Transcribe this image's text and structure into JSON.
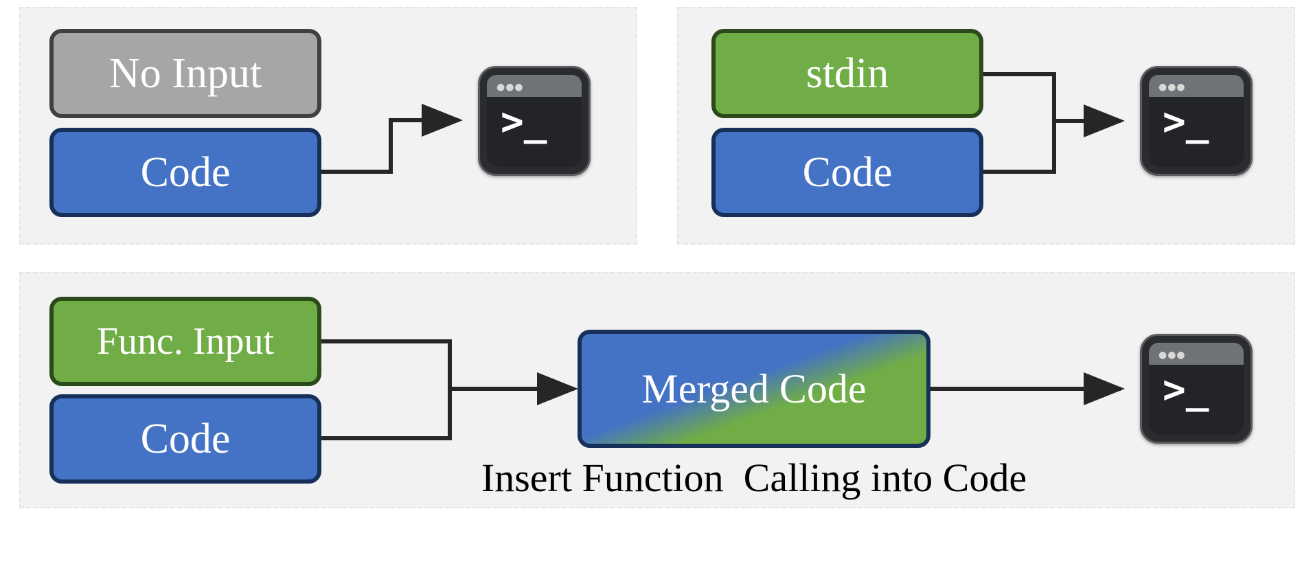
{
  "panels": {
    "no_input": {
      "input_label": "No Input",
      "code_label": "Code"
    },
    "stdin": {
      "input_label": "stdin",
      "code_label": "Code"
    },
    "func_input": {
      "input_label": "Func. Input",
      "code_label": "Code",
      "merged_label": "Merged Code",
      "caption": "Insert Function  Calling into Code"
    }
  },
  "icons": {
    "terminal": "terminal-icon",
    "prompt_glyph": ">_",
    "window_dots": "●●●"
  },
  "colors": {
    "code": "#4472c4",
    "input": "#70ad47",
    "no_input": "#a6a6a6",
    "panel_bg": "#f2f2f2",
    "arrow": "#262626"
  }
}
